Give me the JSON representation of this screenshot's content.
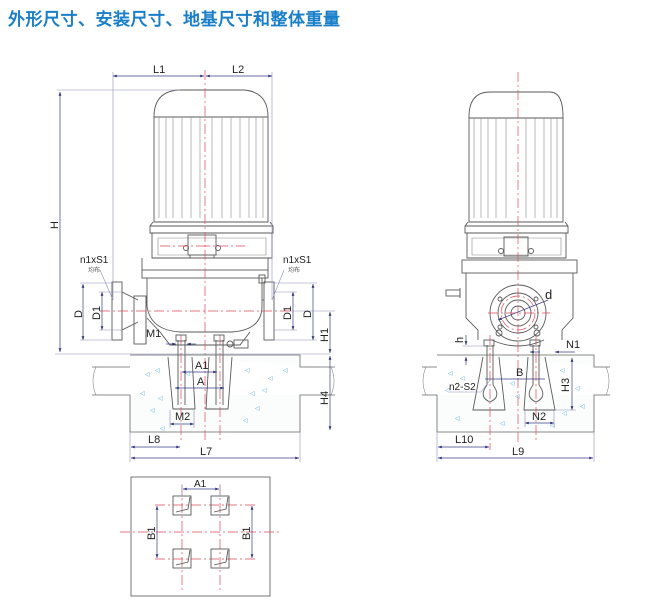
{
  "title": "外形尺寸、安装尺寸、地基尺寸和整体重量",
  "colors": {
    "title": "#1a7fc9",
    "outline": "#5a5a5a",
    "centerline": "#e04858",
    "dimension": "#3a3f86",
    "concrete_speckle": "#4aa8d8"
  },
  "front_view": {
    "labels": {
      "L1": "L1",
      "L2": "L2",
      "H": "H",
      "n1xS1_left": "n1xS1",
      "n1xS1_right": "n1xS1",
      "even_left": "均布",
      "even_right": "均布",
      "D_left": "D",
      "D1_left": "D1",
      "D1_right": "D1",
      "D_right": "D",
      "M1": "M1",
      "H1": "H1",
      "A1": "A1",
      "A": "A",
      "H4": "H4",
      "M2": "M2",
      "L8": "L8",
      "L7": "L7"
    }
  },
  "side_view": {
    "labels": {
      "d": "d",
      "h": "h",
      "N1": "N1",
      "B": "B",
      "n2S2": "n2-S2",
      "H3": "H3",
      "N2": "N2",
      "L10": "L10",
      "L9": "L9"
    }
  },
  "plan_view": {
    "labels": {
      "A1": "A1",
      "B1_left": "B1",
      "B1_right": "B1"
    }
  }
}
